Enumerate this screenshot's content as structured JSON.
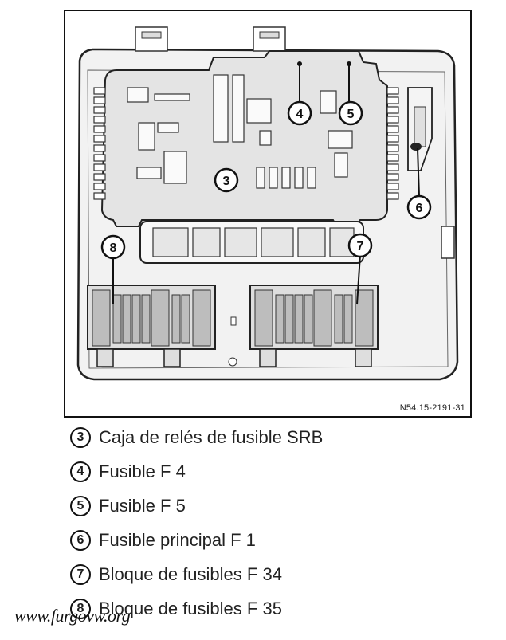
{
  "figure": {
    "reference": "N54.15-2191-31",
    "callouts": [
      "3",
      "4",
      "5",
      "6",
      "7",
      "8"
    ]
  },
  "legend": [
    {
      "number": "3",
      "text": "Caja de relés de fusible SRB"
    },
    {
      "number": "4",
      "text": "Fusible F 4"
    },
    {
      "number": "5",
      "text": "Fusible F 5"
    },
    {
      "number": "6",
      "text": "Fusible principal F 1"
    },
    {
      "number": "7",
      "text": "Bloque de fusibles F 34"
    },
    {
      "number": "8",
      "text": "Bloque de fusibles F 35"
    }
  ],
  "watermark": "www.furgovw.org"
}
